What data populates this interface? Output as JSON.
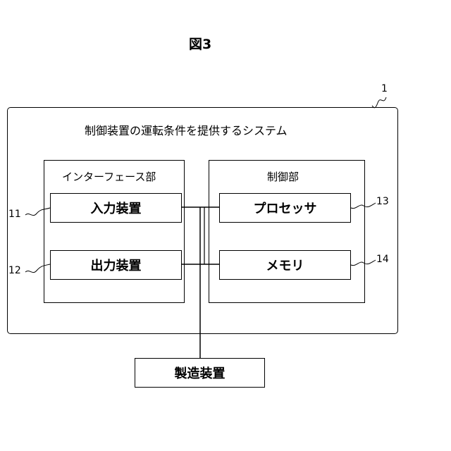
{
  "figure": {
    "title": "図3"
  },
  "system": {
    "ref": "1",
    "title": "制御装置の運転条件を提供するシステム"
  },
  "interface_unit": {
    "title": "インターフェース部"
  },
  "control_unit": {
    "title": "制御部"
  },
  "blocks": {
    "input": {
      "label": "入力装置",
      "ref": "11"
    },
    "output": {
      "label": "出力装置",
      "ref": "12"
    },
    "processor": {
      "label": "プロセッサ",
      "ref": "13"
    },
    "memory": {
      "label": "メモリ",
      "ref": "14"
    },
    "manufacturing": {
      "label": "製造装置"
    }
  }
}
